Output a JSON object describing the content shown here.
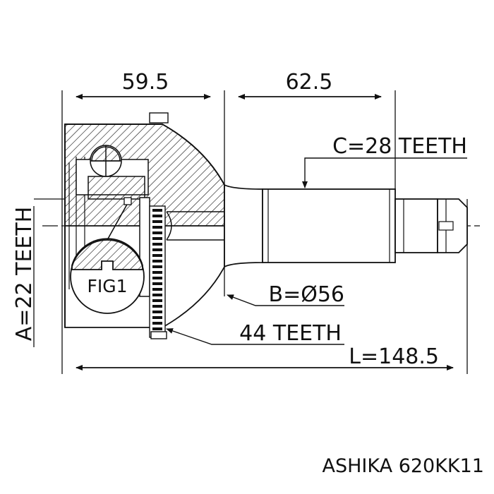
{
  "dimensions": {
    "top_left": "59.5",
    "top_right": "62.5",
    "total_length": "L=148.5"
  },
  "callouts": {
    "shaft_teeth": "C=28 TEETH",
    "diameter": "B=Ø56",
    "abs_ring_teeth": "44 TEETH",
    "inner_teeth": "A=22 TEETH",
    "figure_ref": "FIG1"
  },
  "caption": {
    "brand": "ASHIKA",
    "part_number": "620KK11"
  },
  "colors": {
    "ink": "#111111",
    "background": "#ffffff"
  }
}
